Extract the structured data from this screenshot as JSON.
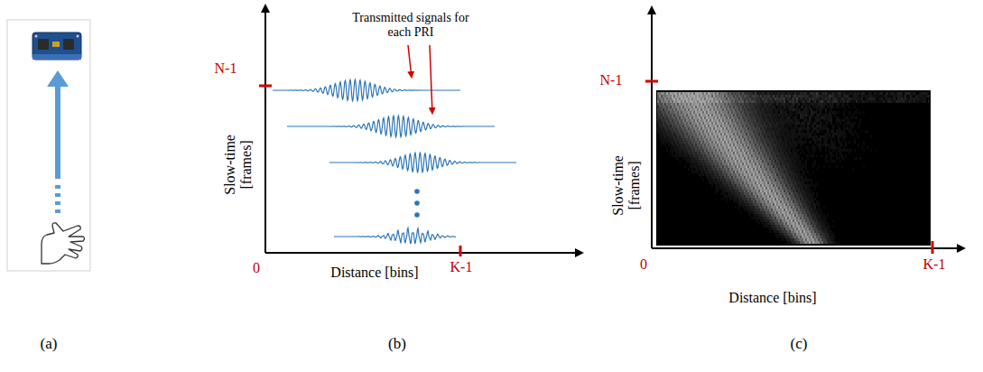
{
  "diagram": {
    "labels": [
      "(a)",
      "N-1",
      "Transmitted signals for each PRI",
      "Slow-time [frames]",
      "0",
      "Distance [bins]",
      "K-1",
      "(b)",
      "N-1",
      "Slow-time [frames]",
      "0",
      "Distance [bins]",
      "K-1",
      "(c)"
    ]
  }
}
